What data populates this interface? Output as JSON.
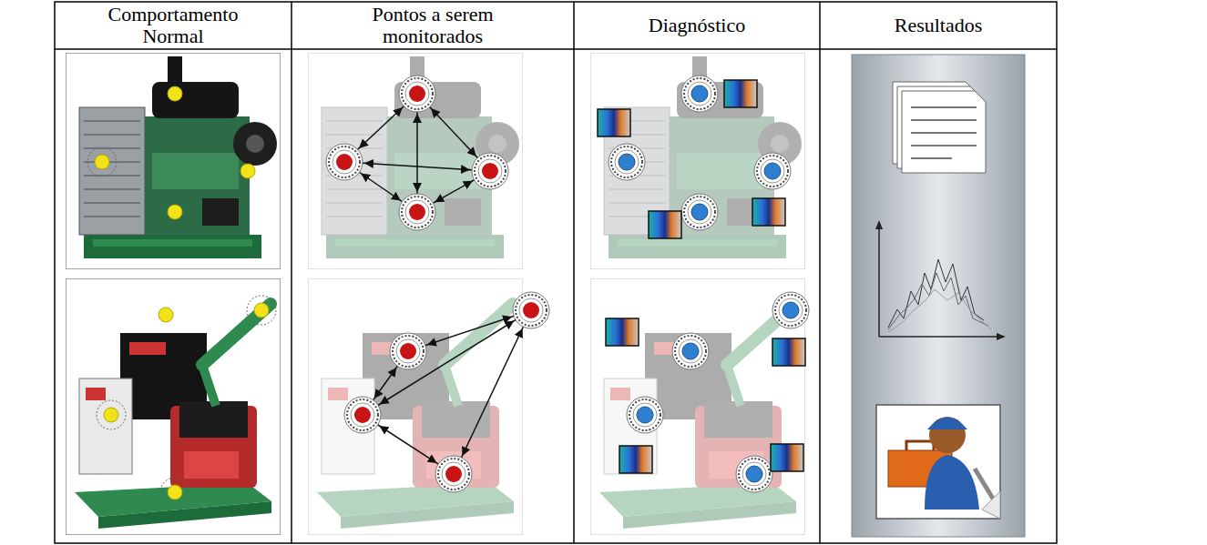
{
  "diagram": {
    "labels": [
      "Comportamento Normal",
      "Pontos a serem monitorados",
      "Diagnóstico",
      "Resultados"
    ]
  }
}
